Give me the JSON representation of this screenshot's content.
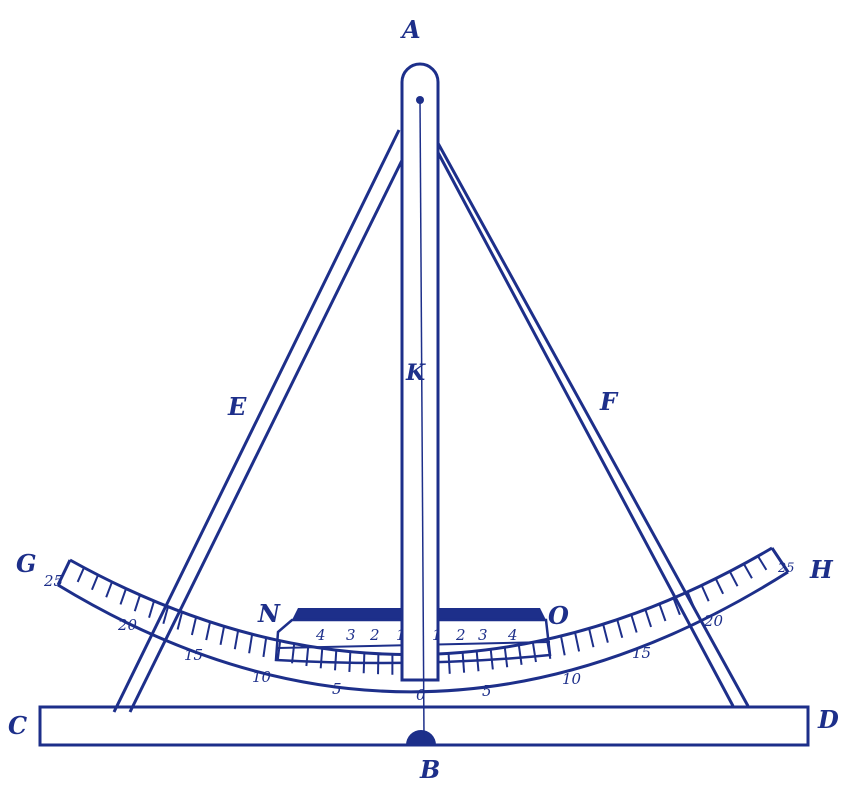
{
  "labels": {
    "A": "A",
    "B": "B",
    "C": "C",
    "D": "D",
    "E": "E",
    "F": "F",
    "G": "G",
    "H": "H",
    "K": "K",
    "N": "N",
    "O": "O"
  },
  "main_scale": {
    "center": "0",
    "left": [
      "5",
      "10",
      "15",
      "20",
      "25"
    ],
    "right": [
      "5",
      "10",
      "15",
      "20",
      "25"
    ]
  },
  "vernier_scale": {
    "left": [
      "4",
      "3",
      "2",
      "1"
    ],
    "right": [
      "1",
      "2",
      "3",
      "4"
    ]
  },
  "colors": {
    "ink": "#1d2f8a",
    "paper": "#ffffff"
  }
}
